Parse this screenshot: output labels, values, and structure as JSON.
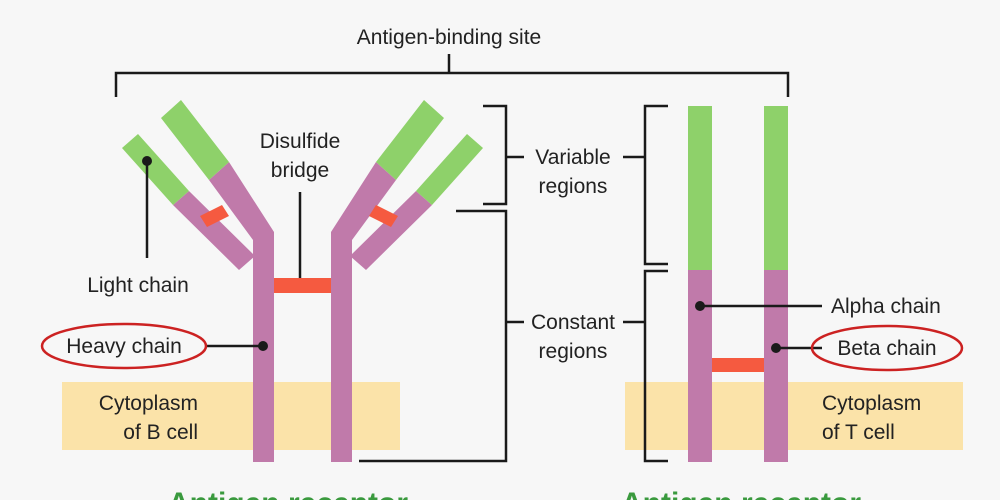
{
  "labels": {
    "antigen_binding_site": "Antigen-binding site",
    "disulfide_line1": "Disulfide",
    "disulfide_line2": "bridge",
    "variable_line1": "Variable",
    "variable_line2": "regions",
    "constant_line1": "Constant",
    "constant_line2": "regions",
    "light_chain": "Light chain",
    "heavy_chain": "Heavy chain",
    "cyto_b_line1": "Cytoplasm",
    "cyto_b_line2": "of B cell",
    "alpha_chain": "Alpha chain",
    "beta_chain": "Beta chain",
    "cyto_t_line1": "Cytoplasm",
    "cyto_t_line2": "of T cell"
  },
  "titles": {
    "left": "Antigen receptor",
    "right": "Antigen receptor"
  },
  "colors": {
    "variable": "#8ed16a",
    "constant": "#c07aaa",
    "disulfide": "#f55a40",
    "cytoplasm": "#fbe3a9",
    "highlight_ring": "#cc2222"
  }
}
